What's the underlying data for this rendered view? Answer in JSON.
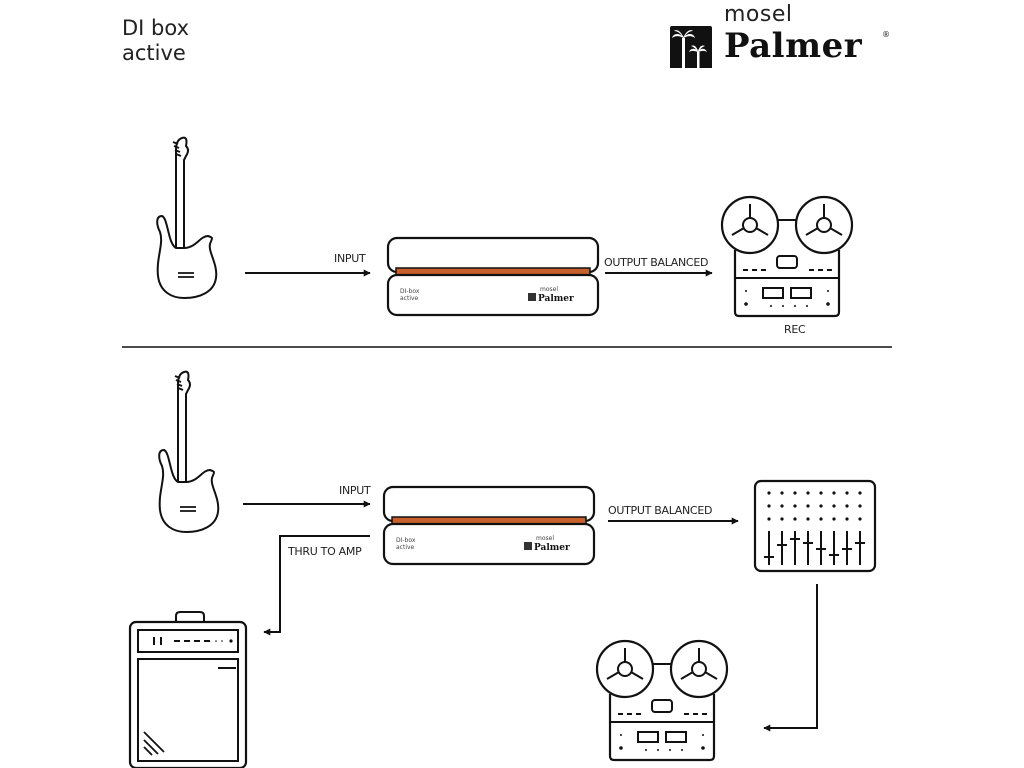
{
  "header": {
    "title_line1": "DI box",
    "title_line2": "active"
  },
  "logo": {
    "brand_top": "mosel",
    "brand_main": "Palmer",
    "registered": "®"
  },
  "device": {
    "label_line1": "DI-box",
    "label_line2": "active",
    "logo_top": "mosel",
    "logo_main": "Palmer",
    "stripe_color": "#c8602e"
  },
  "setup1": {
    "input_label": "INPUT",
    "output_label": "OUTPUT BALANCED",
    "recorder_label": "REC"
  },
  "setup2": {
    "input_label": "INPUT",
    "output_label": "OUTPUT BALANCED",
    "thru_label": "THRU TO AMP"
  }
}
